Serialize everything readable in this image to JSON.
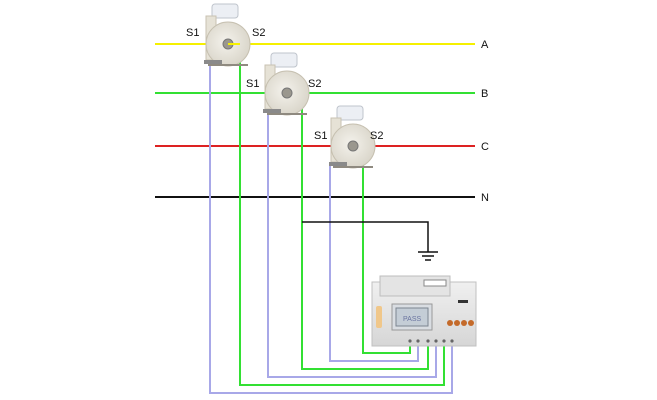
{
  "diagram": {
    "title": "Three-phase meter CT wiring",
    "phases": [
      {
        "id": "A",
        "label": "A",
        "color": "#f5f000"
      },
      {
        "id": "B",
        "label": "B",
        "color": "#33e033"
      },
      {
        "id": "C",
        "label": "C",
        "color": "#dd2222"
      },
      {
        "id": "N",
        "label": "N",
        "color": "#111111"
      }
    ],
    "current_transformers": [
      {
        "phase": "A",
        "s1": "S1",
        "s2": "S2"
      },
      {
        "phase": "B",
        "s1": "S1",
        "s2": "S2"
      },
      {
        "phase": "C",
        "s1": "S1",
        "s2": "S2"
      }
    ],
    "wire_colors": {
      "s1": "#a8a8e8",
      "s2": "#33e033",
      "neutral_ground": "#111111"
    },
    "meter": {
      "display_text": "PASS"
    }
  }
}
